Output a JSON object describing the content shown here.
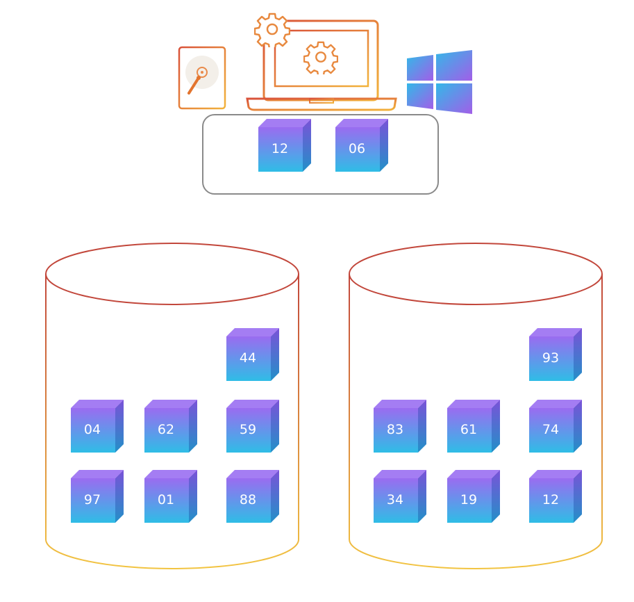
{
  "memory": {
    "blocks": [
      "12",
      "06"
    ]
  },
  "disks": [
    {
      "blocks": [
        "44",
        "04",
        "62",
        "59",
        "97",
        "01",
        "88"
      ]
    },
    {
      "blocks": [
        "93",
        "83",
        "61",
        "74",
        "34",
        "19",
        "12"
      ]
    }
  ],
  "icons": {
    "hard_drive": "hard-drive-icon",
    "laptop": "laptop-icon",
    "gear": "gear-icon",
    "windows": "windows-logo-icon"
  },
  "colors": {
    "cube_top": "#a77cf2",
    "cube_front_top": "#8f6cf0",
    "cube_front_bottom": "#33b7e8",
    "disk_stroke_top": "#c44b3c",
    "disk_stroke_bottom": "#f0c040",
    "memory_border": "#8a8a8a"
  }
}
